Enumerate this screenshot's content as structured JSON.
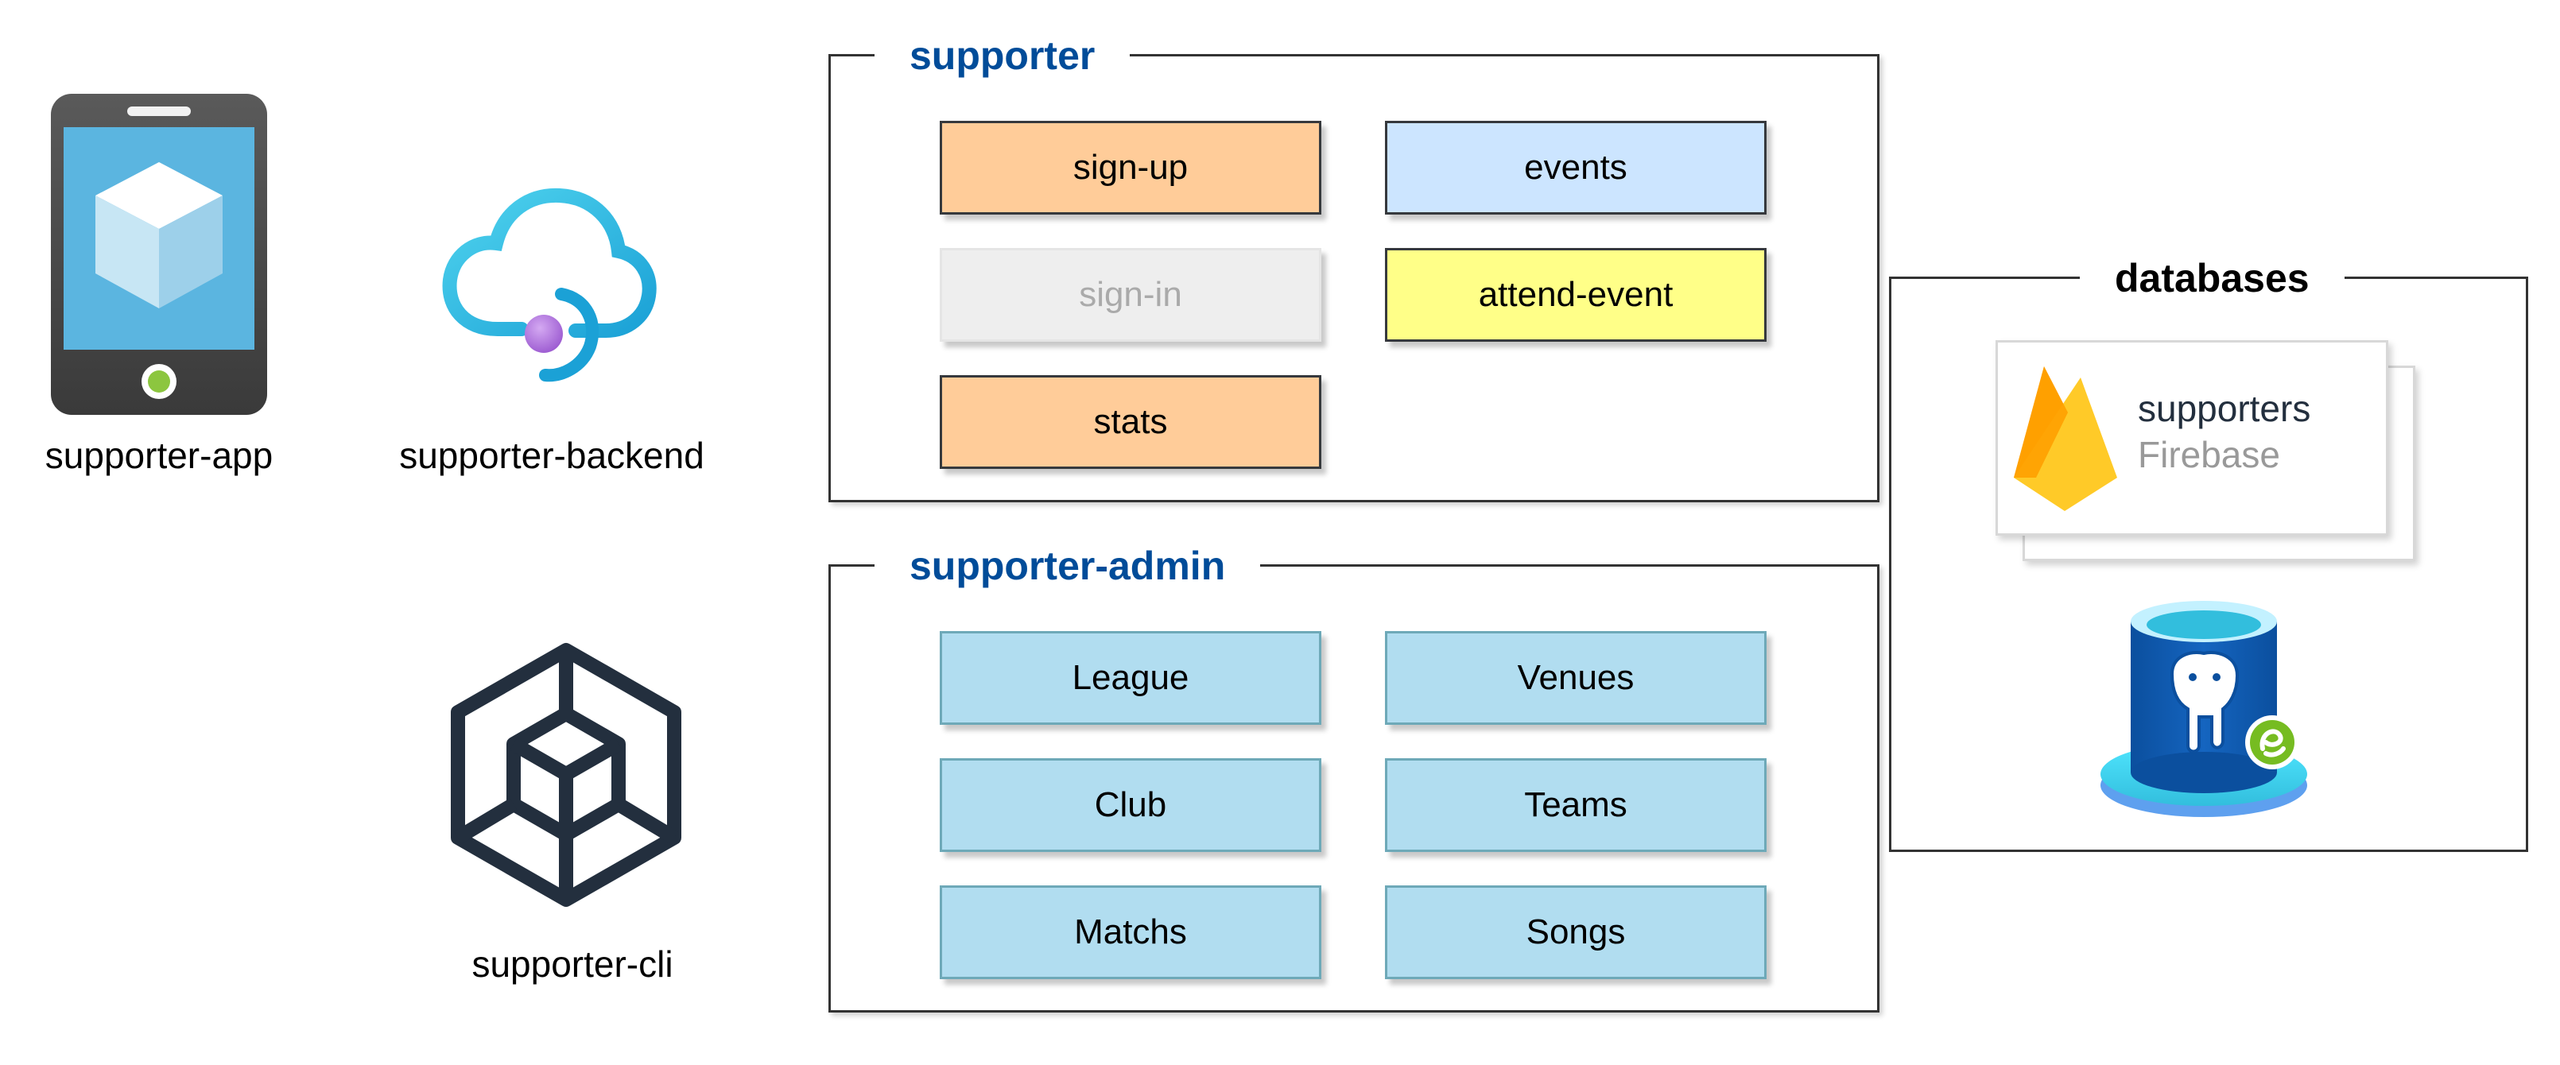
{
  "nodes": {
    "app": {
      "label": "supporter-app",
      "icon": "mobile-app-icon"
    },
    "backend": {
      "label": "supporter-backend",
      "icon": "cloud-service-icon"
    },
    "cli": {
      "label": "supporter-cli",
      "icon": "package-cube-icon"
    }
  },
  "groups": {
    "supporter": {
      "title": "supporter",
      "title_color": "#004C99",
      "items": [
        {
          "label": "sign-up",
          "color": "#FFCC99"
        },
        {
          "label": "events",
          "color": "#CCE5FF"
        },
        {
          "label": "sign-in",
          "color": "#EEEEEE"
        },
        {
          "label": "attend-event",
          "color": "#FFFF88"
        },
        {
          "label": "stats",
          "color": "#FFCC99"
        }
      ]
    },
    "admin": {
      "title": "supporter-admin",
      "title_color": "#004C99",
      "items": [
        {
          "label": "League",
          "color": "#B1DDF0"
        },
        {
          "label": "Venues",
          "color": "#B1DDF0"
        },
        {
          "label": "Club",
          "color": "#B1DDF0"
        },
        {
          "label": "Teams",
          "color": "#B1DDF0"
        },
        {
          "label": "Matchs",
          "color": "#B1DDF0"
        },
        {
          "label": "Songs",
          "color": "#B1DDF0"
        }
      ]
    },
    "databases": {
      "title": "databases",
      "title_color": "#000000",
      "firebase": {
        "name": "supporters",
        "type": "Firebase",
        "icon": "firebase-icon"
      },
      "postgres": {
        "icon": "postgresql-database-icon"
      }
    }
  }
}
